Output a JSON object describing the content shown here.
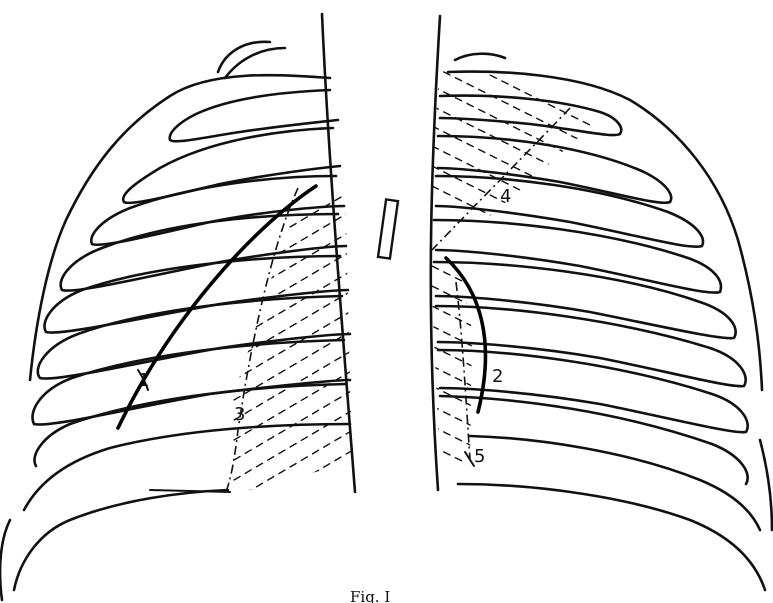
{
  "diagram": {
    "labels": {
      "l1": "1",
      "l2": "2",
      "l3": "3",
      "l4": "4",
      "l5": "5"
    },
    "caption": "Fig. I"
  }
}
